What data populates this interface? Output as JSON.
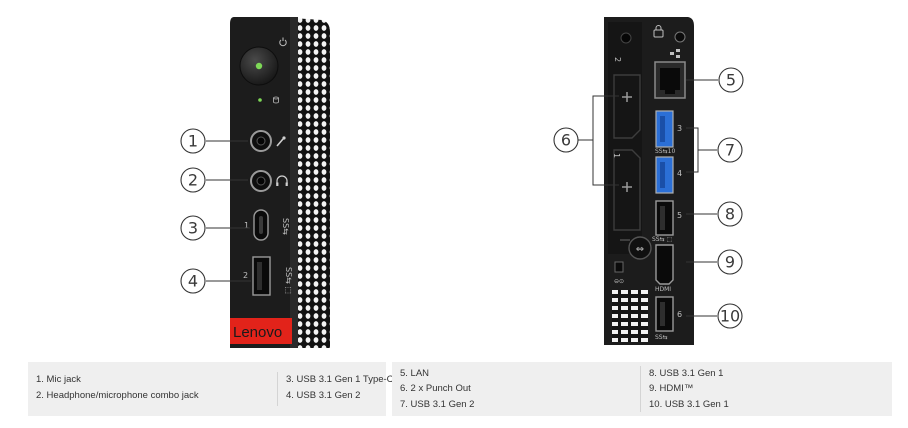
{
  "front_panel": {
    "brand": "Lenovo",
    "port_numbers": [
      "1",
      "2"
    ],
    "callouts": [
      "1",
      "2",
      "3",
      "4"
    ],
    "icons": [
      "power-icon",
      "hdd-icon",
      "mic-icon",
      "headset-icon",
      "superspeed-usb-icon"
    ]
  },
  "rear_panel": {
    "slot_numbers": [
      "2",
      "1"
    ],
    "usb_numbers": [
      "3",
      "4",
      "5",
      "6"
    ],
    "hdmi_text": "HDMI",
    "callouts": [
      "5",
      "6",
      "7",
      "8",
      "9",
      "10"
    ]
  },
  "legend_left": {
    "col1": [
      "1. Mic jack",
      "2. Headphone/microphone combo jack"
    ],
    "col2": [
      "3. USB 3.1 Gen 1 Type-C",
      "4. USB 3.1 Gen 2"
    ]
  },
  "legend_right": {
    "col1": [
      "5. LAN",
      "6. 2 x Punch Out",
      "7. USB 3.1 Gen 2"
    ],
    "col2": [
      "8. USB 3.1 Gen 1",
      "9. HDMI™",
      "10. USB 3.1 Gen 1"
    ]
  },
  "colors": {
    "brand_red": "#e2231a",
    "usb_blue": "#2b6fd6",
    "power_led": "#7ed957",
    "chassis": "#1c1c1c"
  }
}
